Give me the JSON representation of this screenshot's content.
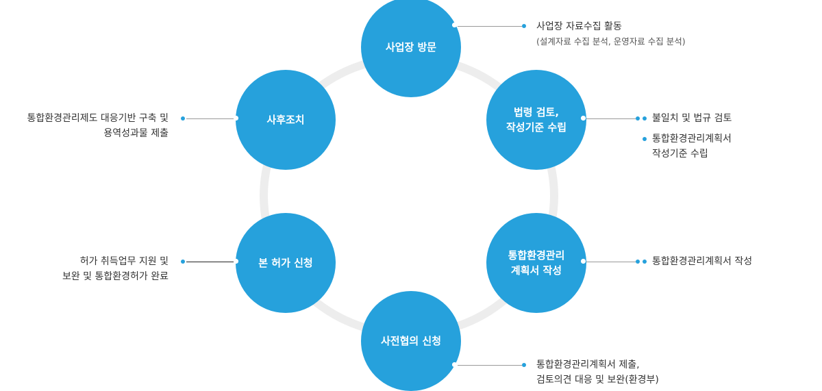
{
  "nodes": {
    "site_visit": {
      "line1": "사업장 방문"
    },
    "law_review": {
      "line1": "법령 검토,",
      "line2": "작성기준 수립"
    },
    "plan_writing": {
      "line1": "통합환경관리",
      "line2": "계획서 작성"
    },
    "pre_consult": {
      "line1": "사전협의 신청"
    },
    "permit_apply": {
      "line1": "본 허가 신청"
    },
    "follow_up": {
      "line1": "사후조치"
    }
  },
  "descriptions": {
    "site_visit": {
      "main": "사업장 자료수집 활동",
      "sub": "(설계자료 수집 분석, 운영자료 수집 분석)"
    },
    "law_review": {
      "item1": "불일치 및 법규 검토",
      "item2_line1": "통합환경관리계획서",
      "item2_line2": "작성기준 수립"
    },
    "plan_writing": {
      "item1": "통합환경관리계획서 작성"
    },
    "pre_consult": {
      "line1": "통합환경관리계획서 제출,",
      "line2": "검토의견 대응 및 보완(환경부)"
    },
    "permit_apply": {
      "line1": "허가 취득업무 지원 및",
      "line2": "보완 및 통합환경허가 완료"
    },
    "follow_up": {
      "line1": "통합환경관리제도 대응기반 구축 및",
      "line2": "용역성과물 제출"
    }
  },
  "colors": {
    "node": "#26a1dc",
    "ring": "#ededed",
    "text": "#333333"
  }
}
